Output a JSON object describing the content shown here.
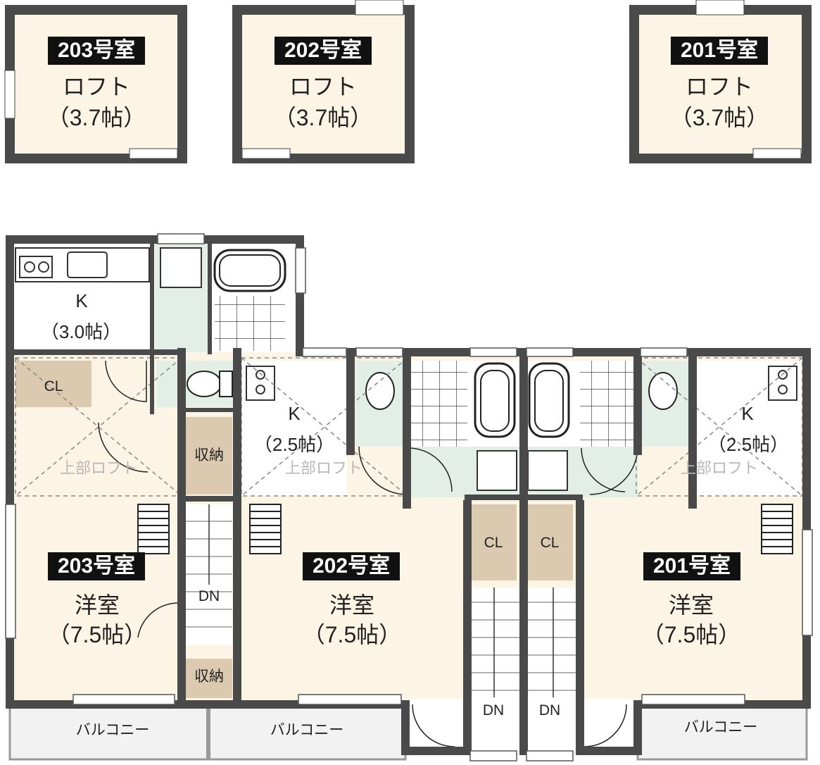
{
  "colors": {
    "wall": "#4a4a4a",
    "room": "#fcf4e4",
    "wet": "#e3efe6",
    "storage": "#dccab0",
    "balcony": "#f2f2f2",
    "badge": "#111111"
  },
  "lofts": [
    {
      "unit": "203号室",
      "name": "ロフト",
      "size": "（3.7帖）"
    },
    {
      "unit": "202号室",
      "name": "ロフト",
      "size": "（3.7帖）"
    },
    {
      "unit": "201号室",
      "name": "ロフト",
      "size": "（3.7帖）"
    }
  ],
  "rooms": {
    "r203": {
      "unit": "203号室",
      "kitchen": "K",
      "kitchen_size": "（3.0帖）",
      "closet": "CL",
      "storage1": "収納",
      "storage2": "収納",
      "room_name": "洋室",
      "room_size": "（7.5帖）",
      "loft_above": "上部ロフト",
      "stair": "DN",
      "balcony": "バルコニー"
    },
    "r202": {
      "unit": "202号室",
      "kitchen": "K",
      "kitchen_size": "（2.5帖）",
      "closet": "CL",
      "room_name": "洋室",
      "room_size": "（7.5帖）",
      "loft_above": "上部ロフト",
      "stair": "DN",
      "balcony": "バルコニー"
    },
    "r201": {
      "unit": "201号室",
      "kitchen": "K",
      "kitchen_size": "（2.5帖）",
      "closet": "CL",
      "room_name": "洋室",
      "room_size": "（7.5帖）",
      "loft_above": "上部ロフト",
      "stair": "DN",
      "balcony": "バルコニー"
    }
  }
}
